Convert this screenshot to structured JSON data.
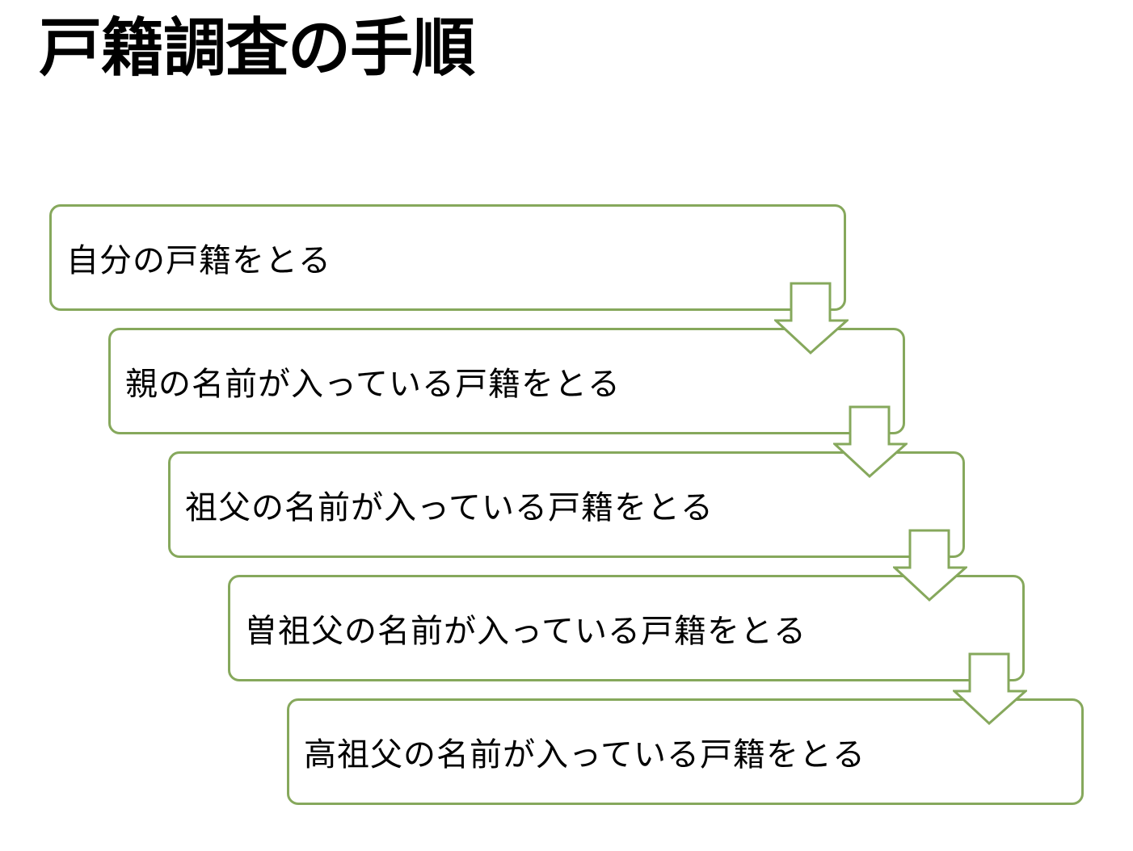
{
  "title": "戸籍調査の手順",
  "steps": [
    "自分の戸籍をとる",
    "親の名前が入っている戸籍をとる",
    "祖父の名前が入っている戸籍をとる",
    "曽祖父の名前が入っている戸籍をとる",
    "高祖父の名前が入っている戸籍をとる"
  ],
  "colors": {
    "border": "#86a85c",
    "arrow_fill": "#ffffff"
  }
}
